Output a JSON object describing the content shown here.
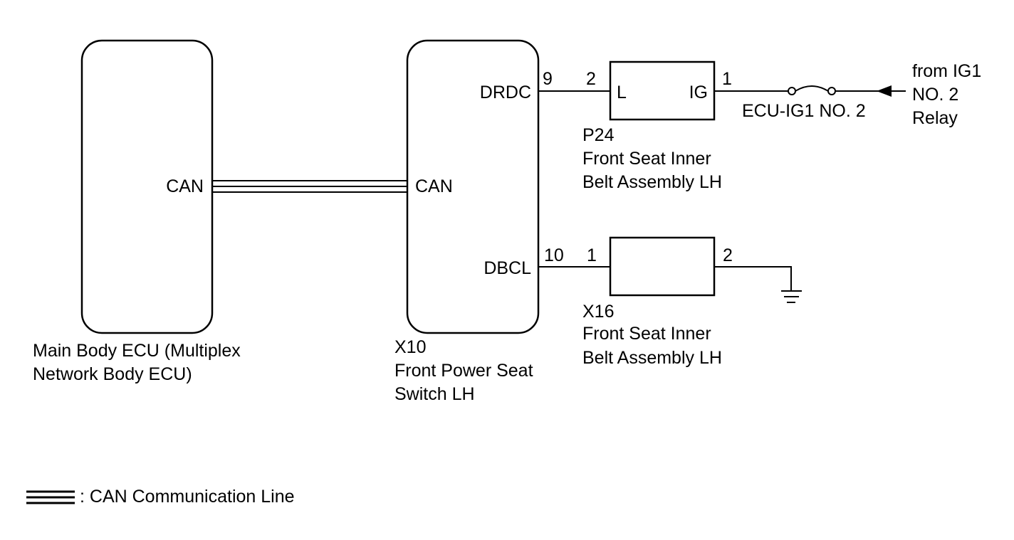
{
  "ecu": {
    "main_body": {
      "pin_can": "CAN",
      "name_line1": "Main Body ECU (Multiplex",
      "name_line2": "Network Body ECU)"
    },
    "seat_switch": {
      "code": "X10",
      "name_line1": "Front Power Seat",
      "name_line2": "Switch LH",
      "pin_can": "CAN",
      "pin_drdc": "DRDC",
      "pin_dbcl": "DBCL",
      "pin_num_drdc": "9",
      "pin_num_dbcl": "10"
    }
  },
  "components": {
    "p24": {
      "code": "P24",
      "name_line1": "Front Seat Inner",
      "name_line2": "Belt Assembly LH",
      "pin_l": "L",
      "pin_ig": "IG",
      "pin_num_l": "2",
      "pin_num_ig": "1"
    },
    "x16": {
      "code": "X16",
      "name_line1": "Front Seat Inner",
      "name_line2": "Belt Assembly LH",
      "pin_num_1": "1",
      "pin_num_2": "2"
    }
  },
  "fuse": {
    "label": "ECU-IG1 NO. 2"
  },
  "power_source": {
    "line1": "from IG1",
    "line2": "NO. 2",
    "line3": "Relay"
  },
  "legend": {
    "text": ": CAN Communication Line"
  }
}
